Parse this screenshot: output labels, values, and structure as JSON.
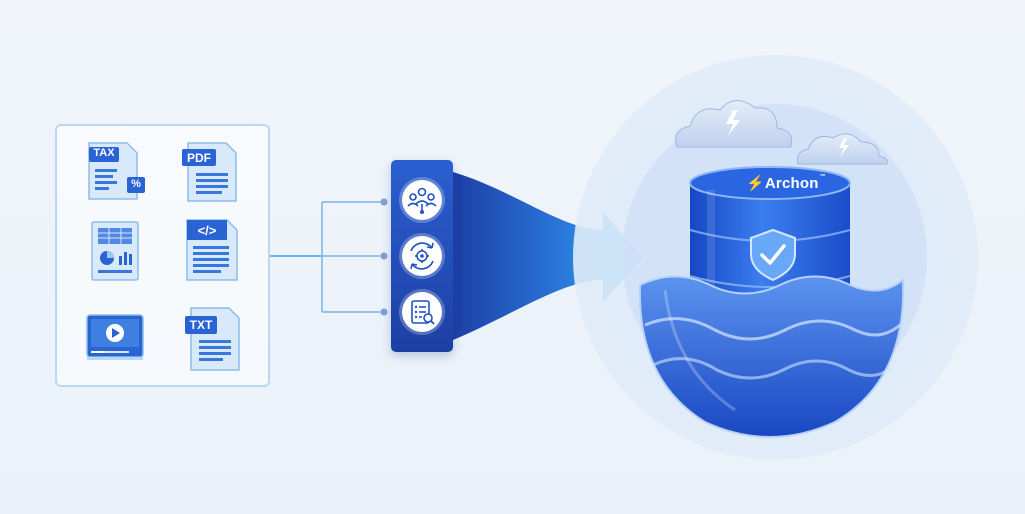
{
  "documents": {
    "tax_label": "TAX",
    "tax_symbol": "%",
    "pdf_label": "PDF",
    "code_label": "</>",
    "txt_label": "TXT"
  },
  "brand": {
    "name": "Archon",
    "trademark": "™"
  },
  "colors": {
    "background": "#eef3fa",
    "accent_blue": "#1f52c4",
    "funnel_start": "#1c3fa4",
    "funnel_end": "#1fb6f0",
    "panel_border": "#b9d8f1"
  },
  "icons": [
    "tax-document-icon",
    "pdf-document-icon",
    "spreadsheet-document-icon",
    "code-document-icon",
    "video-file-icon",
    "txt-document-icon",
    "people-network-icon",
    "gear-cycle-icon",
    "checklist-search-icon",
    "cloud-lightning-icon",
    "shield-check-icon",
    "database-icon"
  ]
}
